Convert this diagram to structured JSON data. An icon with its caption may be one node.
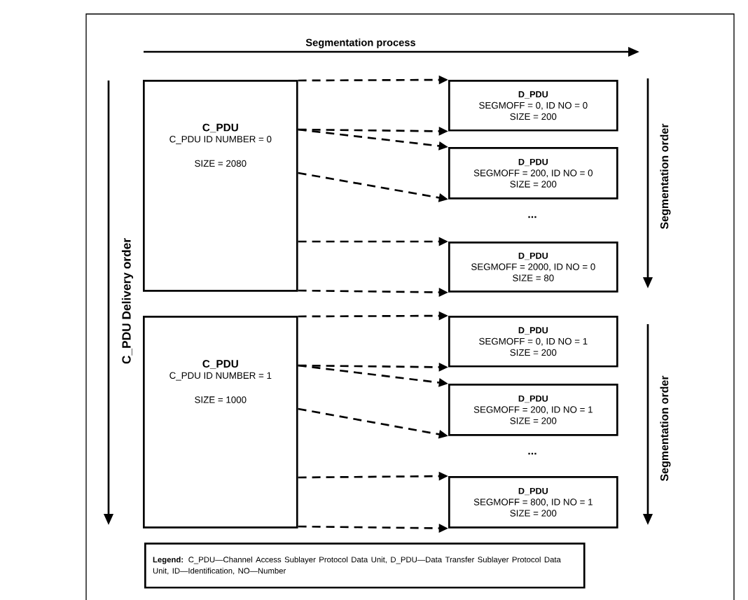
{
  "diagram": {
    "nodes": [
      {
        "text": [
          "C_PDU",
          "C_PDU ID NUMBER = 0",
          "SIZE = 2080"
        ]
      },
      {
        "text": [
          "D_PDU",
          "SEGMOFF = 0, ID NO = 0",
          "SIZE = 200"
        ]
      },
      {
        "text": [
          "D_PDU",
          "SEGMOFF = 200, ID NO = 0",
          "SIZE = 200"
        ]
      },
      {
        "text": [
          "D_PDU",
          "SEGMOFF = 2000, ID NO = 0",
          "SIZE = 80"
        ]
      },
      {
        "text": [
          "C_PDU",
          "C_PDU ID NUMBER = 1",
          "SIZE = 1000"
        ]
      },
      {
        "text": [
          "D_PDU",
          "SEGMOFF = 0, ID NO = 1",
          "SIZE = 200"
        ]
      },
      {
        "text": [
          "D_PDU",
          "SEGMOFF = 200, ID NO = 1",
          "SIZE = 200"
        ]
      },
      {
        "text": [
          "D_PDU",
          "SEGMOFF = 800, ID NO = 1",
          "SIZE = 200"
        ]
      },
      {
        "text": [
          "**Legend:** C_PDU—Channel Access Sublayer Protocol Data Unit, D_PDU—Data Transfer Sublayer Protocol Data Unit, ID—Identification, NO—Number"
        ]
      }
    ],
    "edges": [
      {
        "from": 0,
        "to": 1,
        "arrow": "to",
        "style": "dashed"
      },
      {
        "from": 0,
        "to": 1,
        "arrow": "to",
        "style": "dashed"
      },
      {
        "from": 0,
        "to": 2,
        "arrow": "to",
        "style": "dashed"
      },
      {
        "from": 0,
        "to": 2,
        "arrow": "to",
        "style": "dashed"
      },
      {
        "from": 0,
        "to": 3,
        "arrow": "to",
        "style": "dashed"
      },
      {
        "from": 0,
        "to": 3,
        "arrow": "to",
        "style": "dashed"
      },
      {
        "from": 4,
        "to": 5,
        "arrow": "to",
        "style": "dashed"
      },
      {
        "from": 4,
        "to": 5,
        "arrow": "to",
        "style": "dashed"
      },
      {
        "from": 4,
        "to": 6,
        "arrow": "to",
        "style": "dashed"
      },
      {
        "from": 4,
        "to": 6,
        "arrow": "to",
        "style": "dashed"
      },
      {
        "from": 4,
        "to": 7,
        "arrow": "to",
        "style": "dashed"
      },
      {
        "from": 4,
        "to": 7,
        "arrow": "to",
        "style": "dashed"
      }
    ],
    "labels": [
      "Segmentation process",
      "C_PDU Delivery order",
      "Segmentation order",
      "...",
      "Segmentation order",
      "..."
    ]
  }
}
